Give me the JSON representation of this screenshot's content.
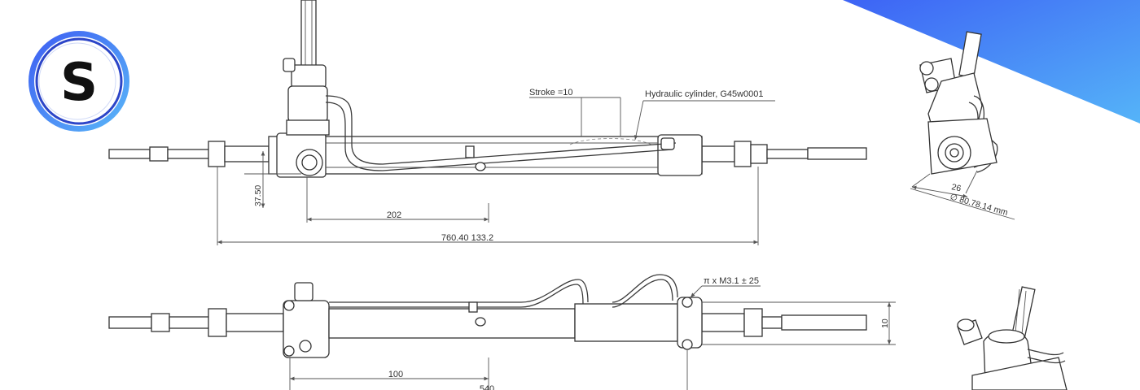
{
  "brand": {
    "logo_letter": "S",
    "accent_color": "#3d63f5",
    "accent_light": "#55b4f8"
  },
  "drawing": {
    "labels": {
      "stroke": "Stroke =10",
      "hydraulic": "Hydraulic cylinder, G45w0001",
      "thread": "π x M3.1 ± 25",
      "diameter": "∅ 80.78.14 mm"
    },
    "dimensions": {
      "vertical_offset": "37.50",
      "top_span": "202",
      "overall": "760.40 133.2",
      "bottom_span": "100",
      "bottom_overall": "540",
      "right_height": "10",
      "side_width": "26"
    }
  }
}
